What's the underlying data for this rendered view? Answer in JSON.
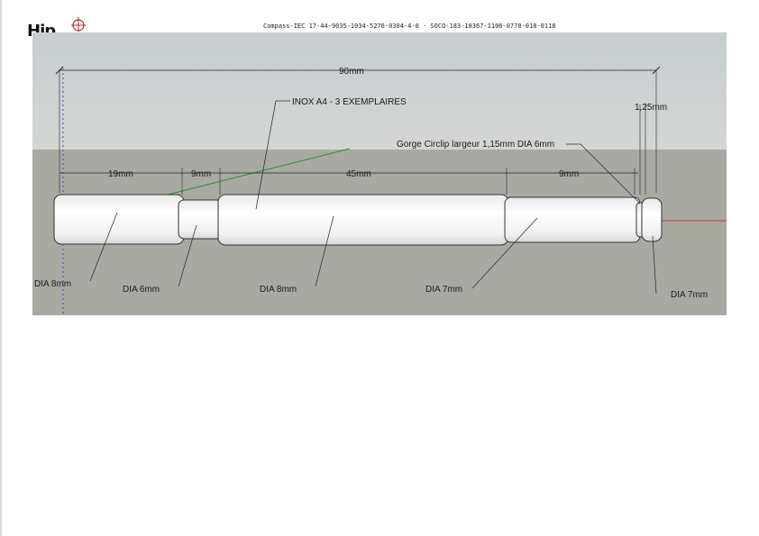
{
  "header": {
    "logo_text": "Hip",
    "title_line": "Compass-IEC 17-44-9035-1034-5276-0304-4-0 - SOCO-183-18367-1106-0778-018-0118"
  },
  "drawing": {
    "total_length": "90mm",
    "material_note": "INOX A4 - 3 EXEMPLAIRES",
    "groove_note": "Gorge Circlip largeur 1,15mm DIA 6mm",
    "groove_width": "1,25mm",
    "segment_lengths": [
      "19mm",
      "9mm",
      "45mm",
      "9mm"
    ],
    "diameters": [
      "DIA 8mm",
      "DIA 6mm",
      "DIA 8mm",
      "DIA 7mm",
      "DIA 7mm"
    ]
  },
  "colors": {
    "sky": "#cdd1d2",
    "ground": "#a9a9a4",
    "shaft": "#f4f4f4",
    "axis_red": "#c0392b",
    "axis_green": "#2e8b2e"
  }
}
